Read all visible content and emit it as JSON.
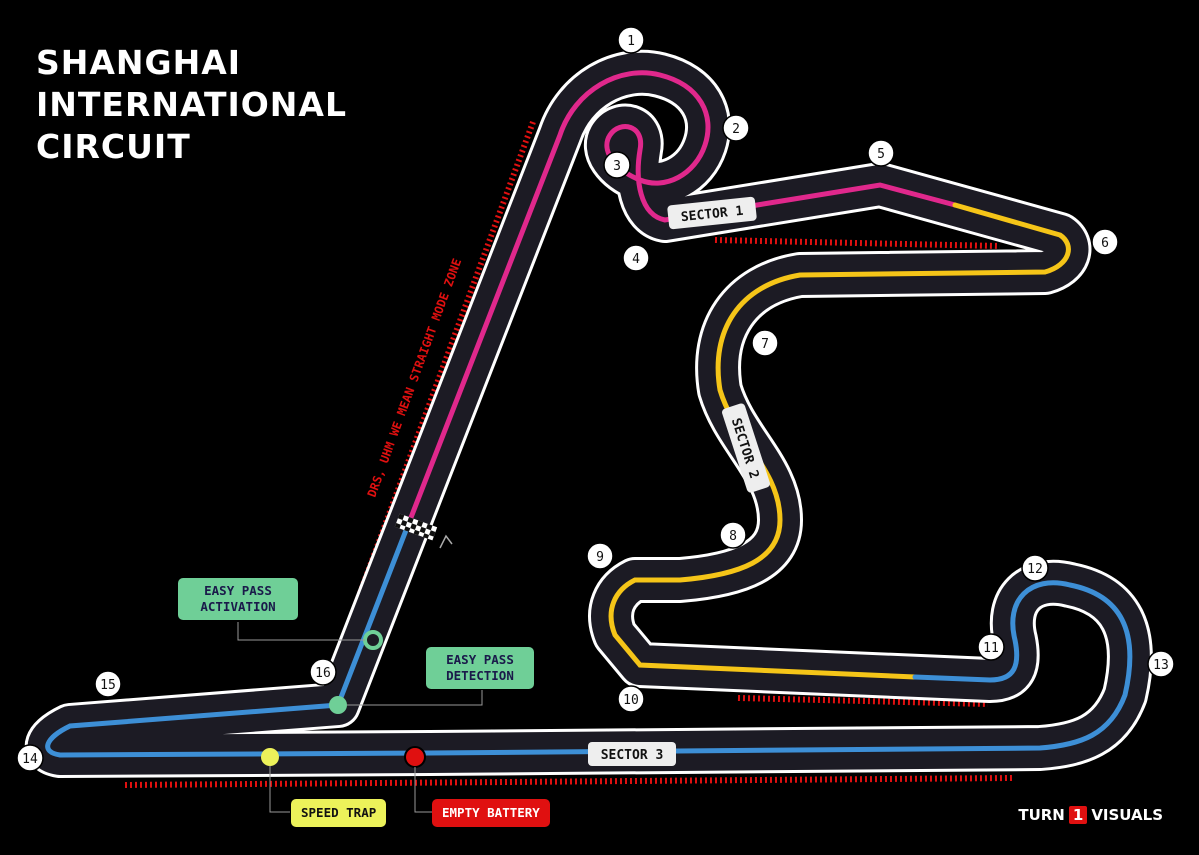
{
  "title": [
    "SHANGHAI",
    "INTERNATIONAL",
    "CIRCUIT"
  ],
  "turns": [
    "1",
    "2",
    "3",
    "4",
    "5",
    "6",
    "7",
    "8",
    "9",
    "10",
    "11",
    "12",
    "13",
    "14",
    "15",
    "16"
  ],
  "sectors": [
    "SECTOR 1",
    "SECTOR 2",
    "SECTOR 3"
  ],
  "drs_label": "DRS, UHM WE MEAN STRAIGHT MODE ZONE",
  "markers": {
    "easy_pass_activation": "EASY PASS\nACTIVATION",
    "easy_pass_detection": "EASY PASS\nDETECTION",
    "speed_trap": "SPEED TRAP",
    "empty_battery": "EMPTY BATTERY"
  },
  "brand": {
    "prefix": "TURN",
    "number": "1",
    "suffix": "VISUALS"
  },
  "colors": {
    "background": "#000000",
    "track": "#1c1b24",
    "sector1": "#e0288c",
    "sector2": "#f5c518",
    "sector3": "#3d8fd6",
    "zone": "#e01010",
    "easy_pass": "#6fcf97",
    "speed_trap": "#ecf25a",
    "empty_battery": "#e01010"
  }
}
